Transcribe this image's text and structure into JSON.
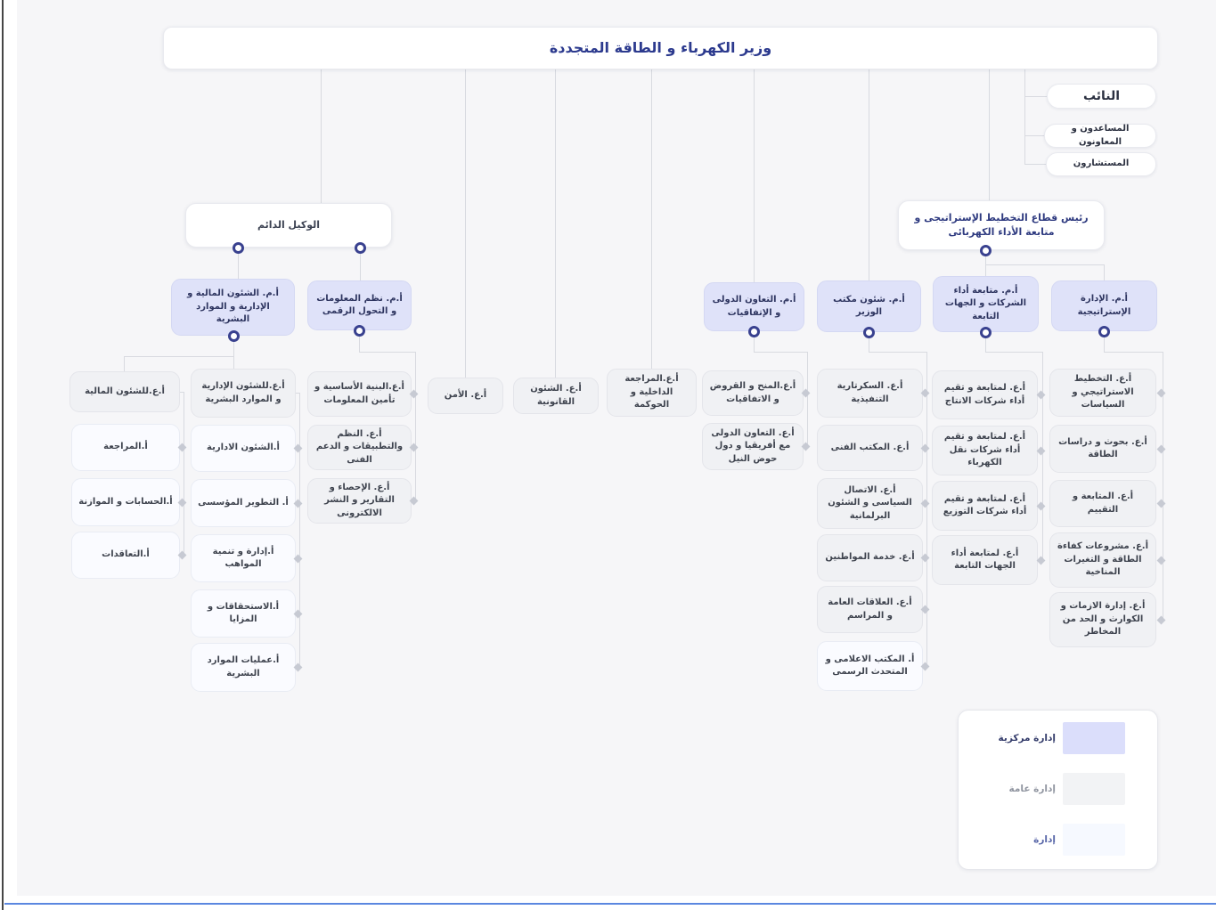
{
  "chart_title": "وزير الكهرباء و الطاقة المتجددة",
  "colors": {
    "central_admin": "#dfe2f9",
    "general_admin": "#f0f1f4",
    "admin": "#fafbff",
    "handle_accent": "#39418f",
    "edge": "#d8dae0",
    "title_text": "#2c3a8e"
  },
  "nodes": [
    {
      "id": "minister",
      "level": "root",
      "label": "وزير الكهرباء و الطاقة المتجددة"
    },
    {
      "id": "deputy",
      "level": "deputy",
      "label": "النائب"
    },
    {
      "id": "assistants-aides",
      "level": "office",
      "label": "المساعدون و المعاونون"
    },
    {
      "id": "advisors",
      "level": "office",
      "label": "المستشارون"
    },
    {
      "id": "permanent-undersecretary",
      "level": "sector",
      "label": "الوكيل الدائم"
    },
    {
      "id": "planning-sector-head",
      "level": "sector-blue",
      "label": "رئيس قطاع التخطيط الإستراتيجى و متابعة الأداء الكهربائى"
    },
    {
      "id": "am-financial-admin-hr",
      "level": "central",
      "label": "أ.م. الشئون المالية و الإدارية و الموارد البشرية"
    },
    {
      "id": "am-information-systems",
      "level": "central",
      "label": "أ.م. نظم المعلومات و التحول الرقمى"
    },
    {
      "id": "am-intl-cooperation",
      "level": "central",
      "label": "أ.م. التعاون الدولى و الإتفاقيات"
    },
    {
      "id": "am-minister-office",
      "level": "central",
      "label": "أ.م. شئون مكتب الوزير"
    },
    {
      "id": "am-companies-performance",
      "level": "central",
      "label": "أ.م. متابعة أداء الشركات و الجهات التابعة"
    },
    {
      "id": "am-strategic-management",
      "level": "central",
      "label": "أ.م. الإدارة الإستراتيجية"
    },
    {
      "id": "ag-security",
      "level": "general",
      "label": "أ.ع. الأمن"
    },
    {
      "id": "ag-legal-affairs",
      "level": "general",
      "label": "أ.ع. الشئون القانونية"
    },
    {
      "id": "ag-internal-audit",
      "level": "general",
      "label": "أ.ع.المراجعة الداخلية و الحوكمة"
    },
    {
      "id": "ag-financial-affairs",
      "level": "general",
      "label": "أ.ع.للشئون المالية"
    },
    {
      "id": "ag-admin-hr-affairs",
      "level": "general",
      "label": "أ.ع.للشئون الإدارية و الموارد البشرية"
    },
    {
      "id": "a-review",
      "level": "admin",
      "label": "أ.المراجعة"
    },
    {
      "id": "a-accounts-budget",
      "level": "admin",
      "label": "أ.الحسابات و الموازنة"
    },
    {
      "id": "a-contracts",
      "level": "admin",
      "label": "أ.التعاقدات"
    },
    {
      "id": "a-admin-affairs",
      "level": "admin",
      "label": "أ.الشئون الادارية"
    },
    {
      "id": "a-org-development",
      "level": "admin",
      "label": "أ. التطوير المؤسسى"
    },
    {
      "id": "a-talent-management",
      "level": "admin",
      "label": "أ.إدارة و تنمية المواهب"
    },
    {
      "id": "a-entitlements-benefits",
      "level": "admin",
      "label": "أ.الاستحقاقات و المزايا"
    },
    {
      "id": "a-hr-operations",
      "level": "admin",
      "label": "أ.عمليات الموارد البشرية"
    },
    {
      "id": "ag-infrastructure-infosec",
      "level": "general",
      "label": "أ.ع.البنية الأساسية و تأمين المعلومات"
    },
    {
      "id": "ag-systems-apps-support",
      "level": "general",
      "label": "أ.ع. النظم والتطبيقات و الدعم الفنى"
    },
    {
      "id": "ag-statistics-reports-epub",
      "level": "general",
      "label": "أ.ع. الإحصاء و التقارير و النشر الالكترونى"
    },
    {
      "id": "ag-grants-loans-agreements",
      "level": "general",
      "label": "أ.ع.المنح و القروض و الاتفاقيات"
    },
    {
      "id": "ag-intl-coop-africa-nile",
      "level": "general",
      "label": "أ.ع. التعاون الدولى مع أفريقيا و دول حوض النيل"
    },
    {
      "id": "ag-executive-secretariat",
      "level": "general",
      "label": "أ.ع. السكرتارية التنفيذية"
    },
    {
      "id": "ag-technical-office",
      "level": "general",
      "label": "أ.ع. المكتب الفنى"
    },
    {
      "id": "ag-political-parliamentary",
      "level": "general",
      "label": "أ.ع. الاتصال السياسى و الشئون البرلمانية"
    },
    {
      "id": "ag-citizen-service",
      "level": "general",
      "label": "أ.ع. خدمة المواطنين"
    },
    {
      "id": "ag-public-relations-protocol",
      "level": "general",
      "label": "أ.ع. العلاقات العامة و المراسم"
    },
    {
      "id": "a-media-office-spokesperson",
      "level": "admin",
      "label": "أ. المكتب الاعلامى و المتحدث الرسمى"
    },
    {
      "id": "ag-production-companies-perf",
      "level": "general",
      "label": "أ.ع. لمتابعة و تقيم أداء شركات الانتاج"
    },
    {
      "id": "ag-transmission-companies-perf",
      "level": "general",
      "label": "أ.ع. لمتابعة و تقيم أداء شركات نقل الكهرباء"
    },
    {
      "id": "ag-distribution-companies-perf",
      "level": "general",
      "label": "أ.ع. لمتابعة و تقيم أداء شركات التوزيع"
    },
    {
      "id": "ag-affiliated-entities-perf",
      "level": "general",
      "label": "أ.ع. لمتابعة أداء الجهات التابعة"
    },
    {
      "id": "ag-strategic-planning-policies",
      "level": "general",
      "label": "أ.ع. التخطيط الاستراتيجي و السياسات"
    },
    {
      "id": "ag-energy-research-studies",
      "level": "general",
      "label": "أ.ع. بحوث و دراسات الطاقة"
    },
    {
      "id": "ag-monitoring-evaluation",
      "level": "general",
      "label": "أ.ع. المتابعة و التقييم"
    },
    {
      "id": "ag-energy-efficiency-climate",
      "level": "general",
      "label": "أ.ع. مشروعات كفاءة الطاقة و التغيرات المناخية"
    },
    {
      "id": "ag-crisis-disaster-risk",
      "level": "general",
      "label": "أ.ع. إدارة الازمات و الكوارث و الحد من المخاطر"
    }
  ],
  "legend": {
    "items": [
      {
        "label": "إدارة مركزية",
        "level": "central"
      },
      {
        "label": "إدارة عامة",
        "level": "general"
      },
      {
        "label": "إدارة",
        "level": "admin"
      }
    ]
  }
}
